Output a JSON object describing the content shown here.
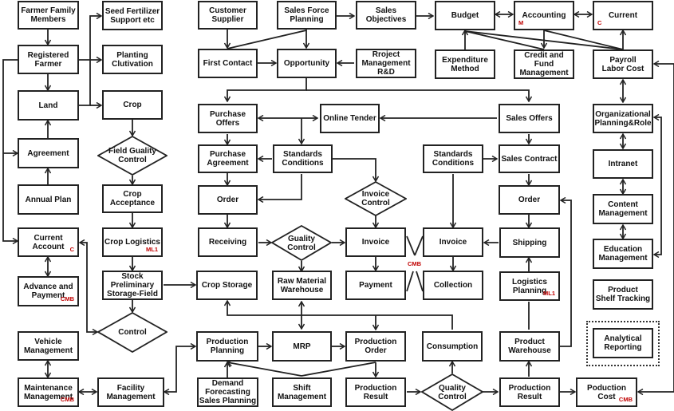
{
  "title": "Agricultural enterprise process flow diagram",
  "colors": {
    "line": "#222222",
    "tag": "#c00000",
    "background": "#ffffff"
  },
  "nodes": {
    "farmer_family": {
      "label": "Farmer Family\nMembers"
    },
    "registered_farmer": {
      "label": "Registered\nFarmer"
    },
    "land": {
      "label": "Land"
    },
    "agreement": {
      "label": "Agreement"
    },
    "annual_plan": {
      "label": "Annual Plan"
    },
    "current_account": {
      "label": "Current\nAccount",
      "tag": "C"
    },
    "advance_payment": {
      "label": "Advance and\nPayment",
      "tag": "CMB"
    },
    "vehicle_mgmt": {
      "label": "Vehicle\nManagement"
    },
    "maintenance_mgmt": {
      "label": "Maintenance\nManagement",
      "tag": "CMB"
    },
    "seed_fertilizer": {
      "label": "Seed Fertilizer\nSupport etc"
    },
    "planting": {
      "label": "Planting\nClutivation"
    },
    "crop": {
      "label": "Crop"
    },
    "field_quality": {
      "label": "Field Guality\nControl"
    },
    "crop_acceptance": {
      "label": "Crop\nAcceptance"
    },
    "crop_logistics": {
      "label": "Crop Logistics",
      "tag": "ML1"
    },
    "stock_preliminary": {
      "label": "Stock\nPreliminary\nStorage-Field"
    },
    "control": {
      "label": "Control"
    },
    "facility_mgmt": {
      "label": "Facility\nManagement"
    },
    "customer_supplier": {
      "label": "Customer\nSupplier"
    },
    "sales_force": {
      "label": "Sales Force\nPlanning"
    },
    "sales_objectives": {
      "label": "Sales\nObjectives"
    },
    "first_contact": {
      "label": "First Contact"
    },
    "opportunity": {
      "label": "Opportunity"
    },
    "project_mgmt": {
      "label": "Rroject\nManagement\nR&D"
    },
    "budget": {
      "label": "Budget"
    },
    "accounting": {
      "label": "Accounting",
      "tag": "M"
    },
    "current": {
      "label": "Current",
      "tag": "C"
    },
    "expenditure": {
      "label": "Expenditure\nMethod"
    },
    "credit_fund": {
      "label": "Credit and\nFund\nManagement"
    },
    "payroll": {
      "label": "Payroll\nLabor Cost"
    },
    "purchase_offers": {
      "label": "Purchase Offers"
    },
    "online_tender": {
      "label": "Online Tender"
    },
    "sales_offers": {
      "label": "Sales Offers"
    },
    "purchase_agreement": {
      "label": "Purchase\nAgreement"
    },
    "standards_left": {
      "label": "Standards\nConditions"
    },
    "standards_right": {
      "label": "Standards\nConditions"
    },
    "sales_contract": {
      "label": "Sales Contract"
    },
    "order_left": {
      "label": "Order"
    },
    "order_right": {
      "label": "Order"
    },
    "invoice_control": {
      "label": "Invoice\nControl"
    },
    "receiving": {
      "label": "Receiving"
    },
    "guality_control": {
      "label": "Guality\nControl"
    },
    "invoice_left": {
      "label": "Invoice"
    },
    "invoice_right": {
      "label": "Invoice"
    },
    "shipping": {
      "label": "Shipping"
    },
    "crop_storage": {
      "label": "Crop Storage"
    },
    "raw_material": {
      "label": "Raw Material\nWarehouse"
    },
    "payment": {
      "label": "Payment"
    },
    "collection": {
      "label": "Collection"
    },
    "logistics_planning": {
      "label": "Logistics\nPlanning",
      "tag": "ML1"
    },
    "org_planning": {
      "label": "Organizational\nPlanning&Role"
    },
    "intranet": {
      "label": "Intranet"
    },
    "content_mgmt": {
      "label": "Content\nManagement"
    },
    "education_mgmt": {
      "label": "Education\nManagement"
    },
    "product_shelf": {
      "label": "Product\nShelf Tracking"
    },
    "analytical_reporting": {
      "label": "Analytical\nReporting"
    },
    "production_planning": {
      "label": "Production\nPlanning"
    },
    "mrp": {
      "label": "MRP"
    },
    "production_order": {
      "label": "Production\nOrder"
    },
    "consumption": {
      "label": "Consumption"
    },
    "product_warehouse": {
      "label": "Product\nWarehouse"
    },
    "demand_forecasting": {
      "label": "Demand\nForecasting\nSales Planning"
    },
    "shift_mgmt": {
      "label": "Shift\nManagement"
    },
    "production_result_left": {
      "label": "Production\nResult"
    },
    "quality_control": {
      "label": "Quality\nControl"
    },
    "production_result_right": {
      "label": "Production\nResult"
    },
    "production_cost": {
      "label": "Poduction\nCost",
      "tag": "CMB"
    }
  },
  "floating_tags": {
    "invoice_cmb": "CMB"
  }
}
